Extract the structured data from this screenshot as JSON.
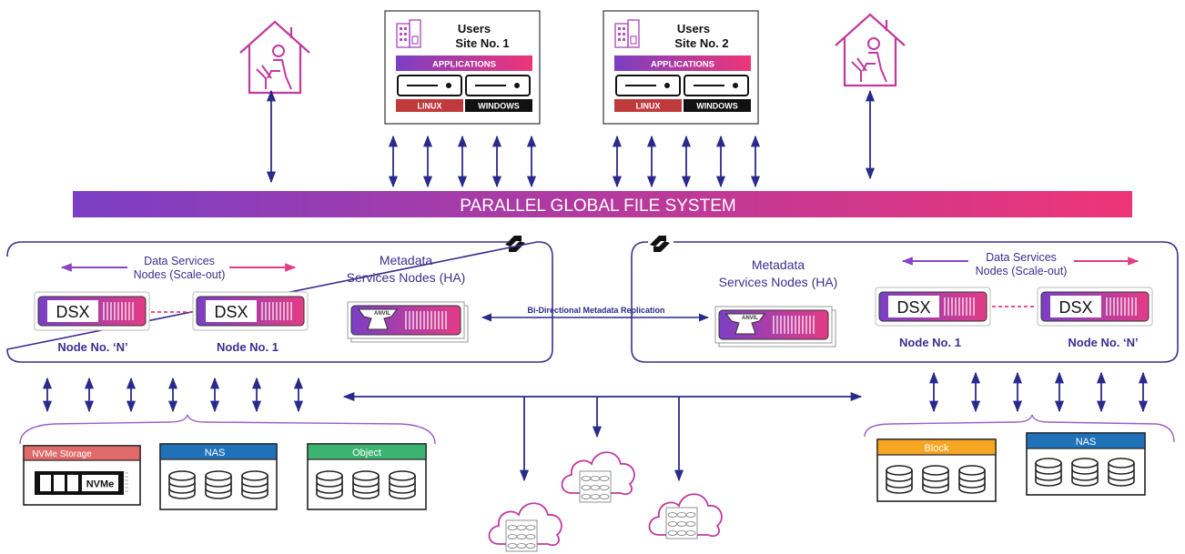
{
  "banner": {
    "title": "PARALLEL GLOBAL FILE SYSTEM"
  },
  "sites": [
    {
      "title_line1": "Users",
      "title_line2": "Site No. 1",
      "applications": "APPLICATIONS",
      "os_left": "LINUX",
      "os_right": "WINDOWS"
    },
    {
      "title_line1": "Users",
      "title_line2": "Site No. 2",
      "applications": "APPLICATIONS",
      "os_left": "LINUX",
      "os_right": "WINDOWS"
    }
  ],
  "left_cluster": {
    "data_services_line1": "Data Services",
    "data_services_line2": "Nodes (Scale-out)",
    "metadata_line1": "Metadata",
    "metadata_line2": "Services Nodes (HA)",
    "node_a_label": "DSX",
    "node_b_label": "DSX",
    "node_a_caption": "Node No. ‘N’",
    "node_b_caption": "Node No. 1",
    "anvil_label": "ANVIL"
  },
  "right_cluster": {
    "data_services_line1": "Data Services",
    "data_services_line2": "Nodes (Scale-out)",
    "metadata_line1": "Metadata",
    "metadata_line2": "Services Nodes (HA)",
    "node_a_label": "DSX",
    "node_b_label": "DSX",
    "node_a_caption": "Node No. 1",
    "node_b_caption": "Node No. ‘N’",
    "anvil_label": "ANVIL"
  },
  "replication_label": "Bi-Directional Metadata Replication",
  "storage_left": [
    {
      "title": "NVMe Storage",
      "chip": "NVMe",
      "color": "#e06a6a"
    },
    {
      "title": "NAS",
      "color": "#1f72b8"
    },
    {
      "title": "Object",
      "color": "#3cb371"
    }
  ],
  "storage_right": [
    {
      "title": "Block",
      "color": "#f5a623"
    },
    {
      "title": "NAS",
      "color": "#1f72b8"
    }
  ],
  "colors": {
    "arrow": "#2a2a8c",
    "purple": "#7b3fc4",
    "magenta": "#e33c86",
    "cluster_border": "#3d2f8f",
    "red": "#c0393b",
    "black": "#111111"
  }
}
